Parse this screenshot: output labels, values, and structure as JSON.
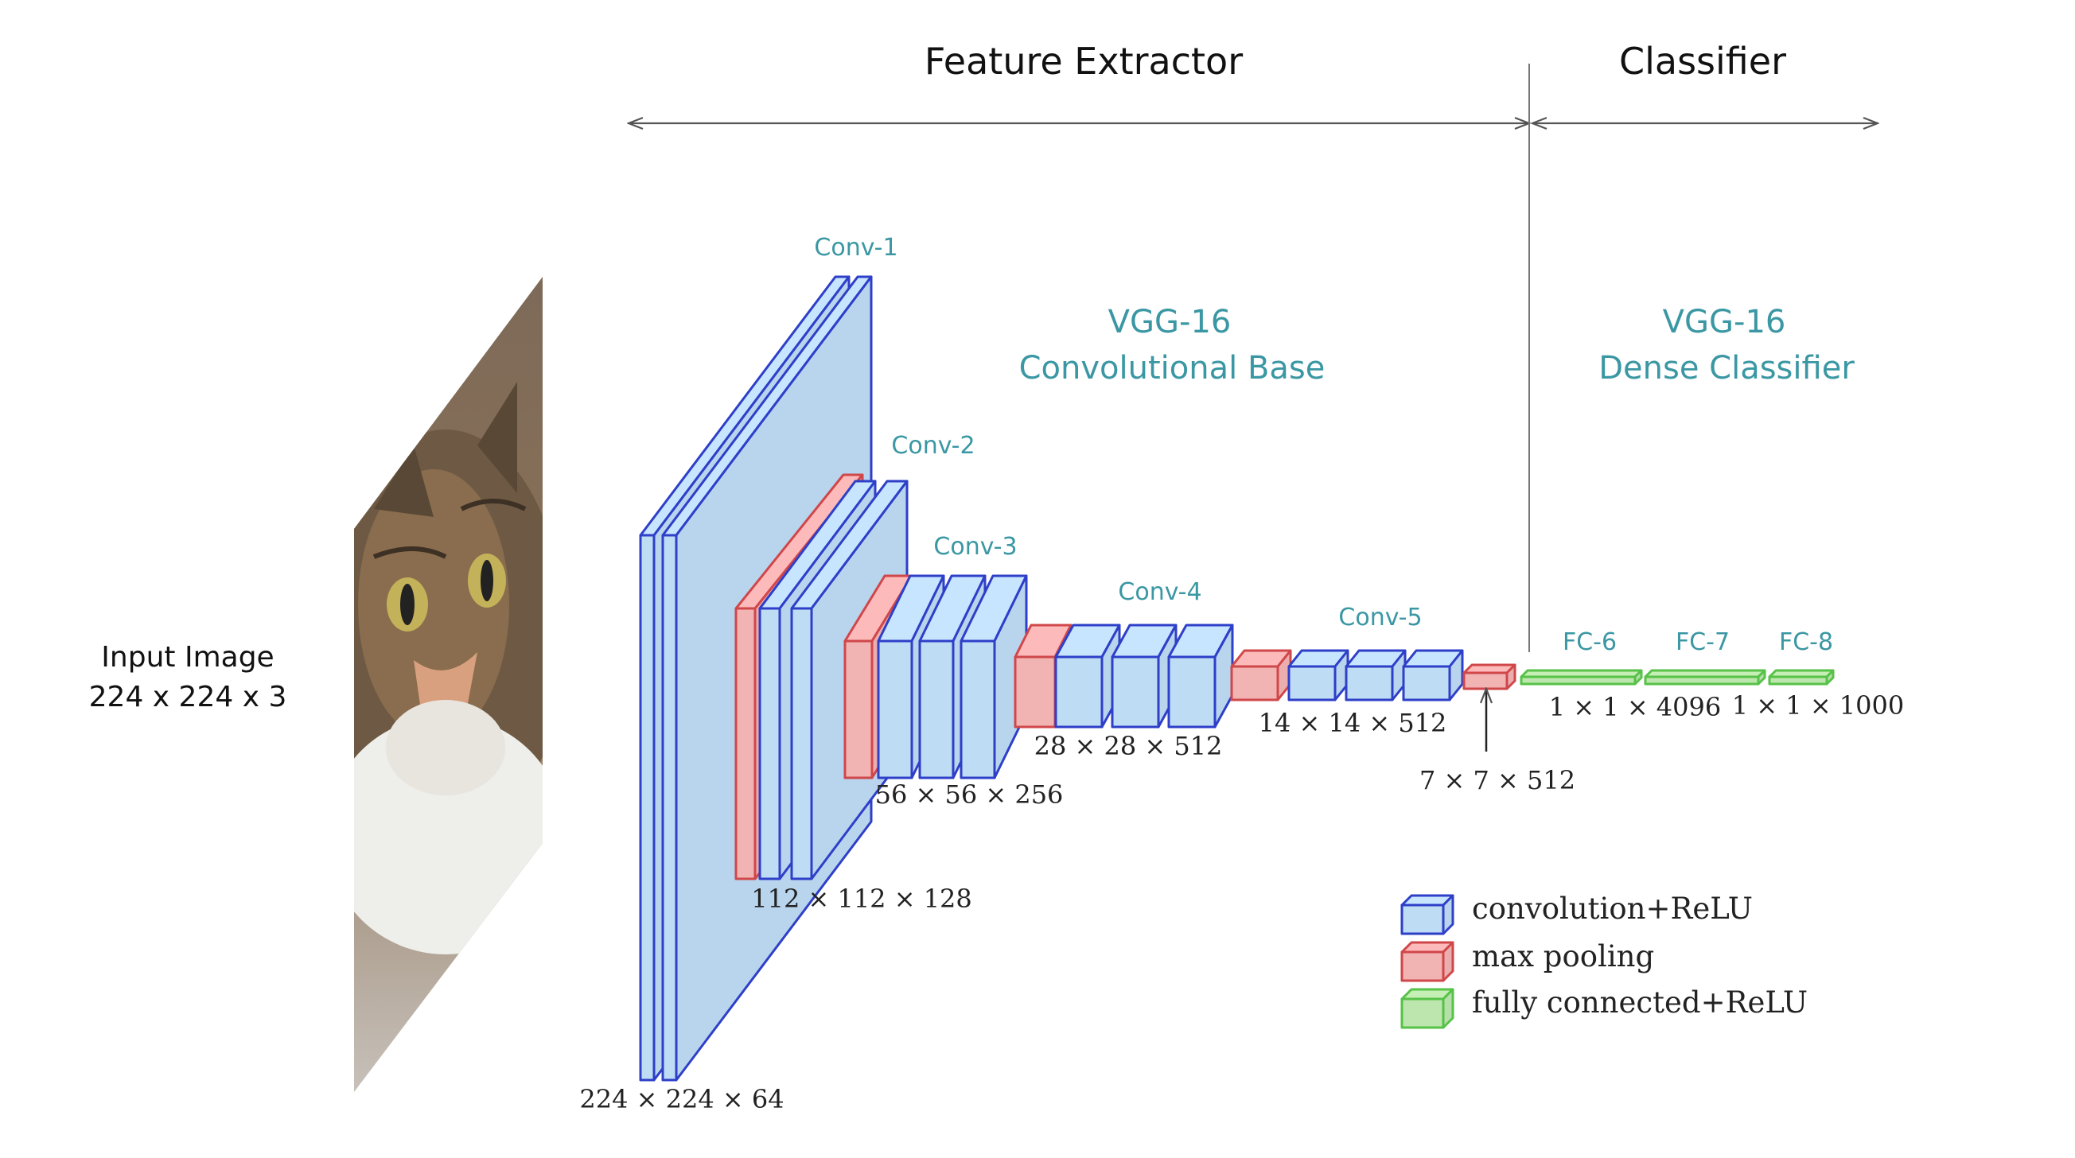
{
  "header": {
    "feature_extractor": "Feature Extractor",
    "classifier": "Classifier"
  },
  "sections": {
    "conv_base_line1": "VGG-16",
    "conv_base_line2": "Convolutional Base",
    "dense_line1": "VGG-16",
    "dense_line2": "Dense Classifier"
  },
  "input": {
    "line1": "Input Image",
    "line2": "224 x 224 x 3"
  },
  "stages": {
    "conv1": "Conv-1",
    "conv2": "Conv-2",
    "conv3": "Conv-3",
    "conv4": "Conv-4",
    "conv5": "Conv-5",
    "fc6": "FC-6",
    "fc7": "FC-7",
    "fc8": "FC-8"
  },
  "dims": {
    "d1": "224 × 224 × 64",
    "d2": "112 × 112 × 128",
    "d3": "56 × 56 × 256",
    "d4": "28 × 28 × 512",
    "d5": "14 × 14 × 512",
    "d6": "7 × 7 × 512",
    "d7": "1 × 1 × 4096",
    "d8": "1 × 1 × 1000"
  },
  "legend": {
    "conv": "convolution+ReLU",
    "pool": "max pooling",
    "fc": "fully connected+ReLU"
  },
  "colors": {
    "conv_fill": "#bfdcf5",
    "conv_stroke": "#2e3fc8",
    "pool_fill": "#f2b3b3",
    "pool_stroke": "#d0474a",
    "fc_fill": "#bde6ae",
    "fc_stroke": "#56c247",
    "teal": "#3a97a3"
  }
}
